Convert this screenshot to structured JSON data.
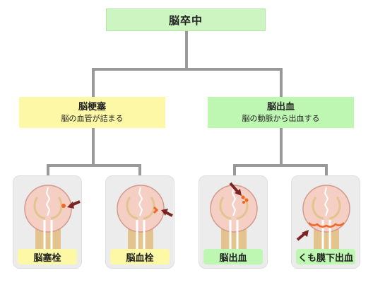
{
  "root": {
    "label": "脳卒中"
  },
  "categories": [
    {
      "title": "脳梗塞",
      "subtitle": "脳の血管が詰まる",
      "color": "#fdf8a6"
    },
    {
      "title": "脳出血",
      "subtitle": "脳の動脈から出血する",
      "color": "#bdf7b1"
    }
  ],
  "subtypes": [
    {
      "label": "脳塞栓",
      "icon": "brain-embolism-icon"
    },
    {
      "label": "脳血栓",
      "icon": "brain-thrombosis-icon"
    },
    {
      "label": "脳出血",
      "icon": "brain-hemorrhage-icon"
    },
    {
      "label": "くも膜下出血",
      "icon": "subarachnoid-hemorrhage-icon"
    }
  ],
  "colors": {
    "line": "#999999",
    "arrow": "#7a2424",
    "lesion": "#f26522",
    "brain": "#f6cfc4",
    "vessel": "#e3c48e"
  }
}
